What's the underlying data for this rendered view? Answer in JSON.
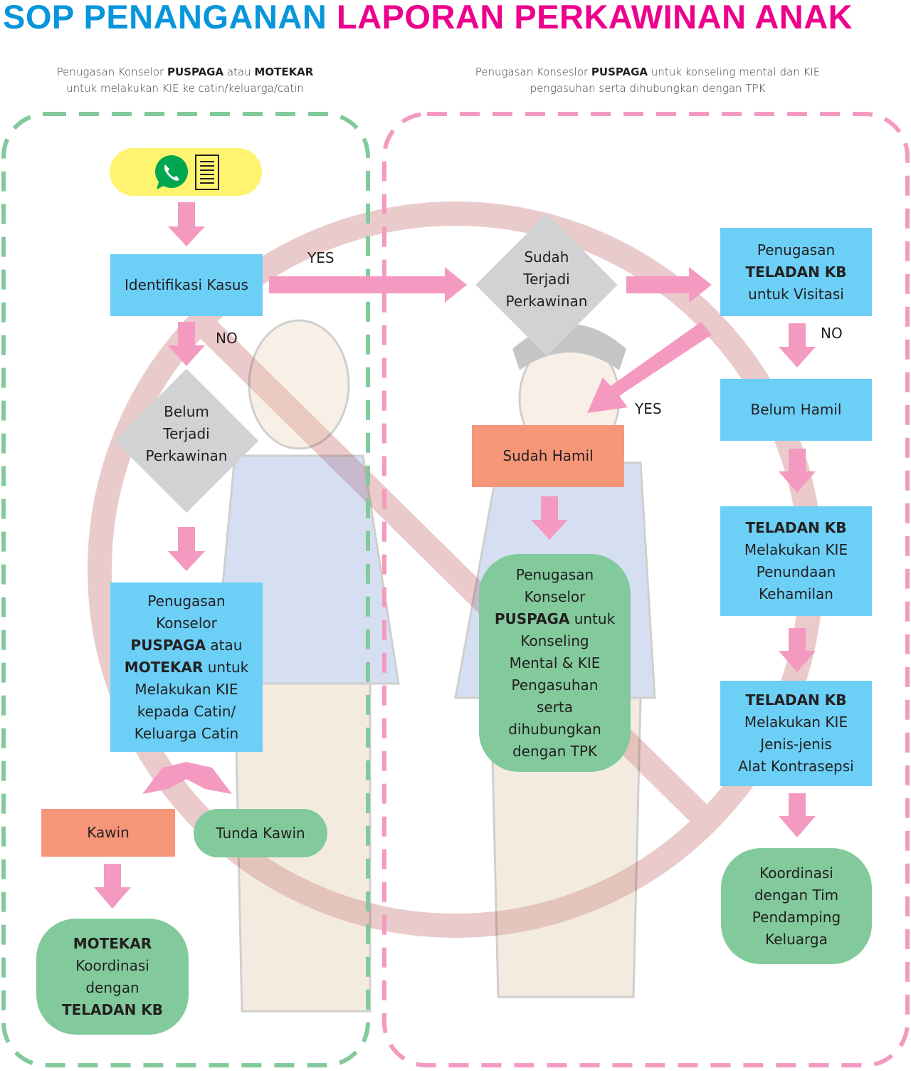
{
  "title": {
    "part1": "SOP PENANGANAN",
    "part2": "LAPORAN PERKAWINAN ANAK",
    "colors": {
      "part1": "#0796dc",
      "part2": "#ec008c"
    }
  },
  "sections": {
    "left": {
      "caption_line1_pre": "Penugasan Konselor ",
      "caption_line1_b1": "PUSPAGA",
      "caption_line1_mid": " atau ",
      "caption_line1_b2": "MOTEKAR",
      "caption_line2": "untuk melakukan KIE ke catin/keluarga/catin",
      "border_color": "#82ca9c"
    },
    "right": {
      "caption_line1_pre": "Penugasan Konseslor ",
      "caption_line1_b1": "PUSPAGA",
      "caption_line1_post": " untuk konseling mental dan KIE",
      "caption_line2": "pengasuhan serta dihubungkan dengan TPK",
      "border_color": "#f49ac1"
    }
  },
  "start": {
    "icons": [
      "whatsapp-icon",
      "document-icon"
    ]
  },
  "nodes": {
    "identifikasi": "Identifikasi Kasus",
    "belum_terjadi": [
      "Belum",
      "Terjadi",
      "Perkawinan"
    ],
    "penugasan_left": {
      "l1": "Penugasan",
      "l2": "Konselor",
      "l3_b": "PUSPAGA",
      "l3": " atau",
      "l4_b": "MOTEKAR",
      "l4": " untuk",
      "l5": "Melakukan KIE",
      "l6": "kepada Catin/",
      "l7": "Keluarga Catin"
    },
    "kawin": "Kawin",
    "tunda_kawin": "Tunda Kawin",
    "motekar_koordinasi": {
      "b1": "MOTEKAR",
      "l2": "Koordinasi",
      "l3": "dengan",
      "b4": "TELADAN KB"
    },
    "sudah_terjadi": [
      "Sudah",
      "Terjadi",
      "Perkawinan"
    ],
    "penugasan_teladan": {
      "l1": "Penugasan",
      "b2": "TELADAN KB",
      "l3": "untuk Visitasi"
    },
    "sudah_hamil": "Sudah Hamil",
    "belum_hamil": "Belum Hamil",
    "penugasan_puspaga": {
      "l1": "Penugasan",
      "l2": "Konselor",
      "l3_b": "PUSPAGA",
      "l3": " untuk",
      "l4": "Konseling",
      "l5": "Mental & KIE",
      "l6": "Pengasuhan",
      "l7": "serta",
      "l8": "dihubungkan",
      "l9": "dengan TPK"
    },
    "teladan_penundaan": {
      "b1": "TELADAN KB",
      "l2": "Melakukan KIE",
      "l3": "Penundaan",
      "l4": "Kehamilan"
    },
    "teladan_kontrasepsi": {
      "b1": "TELADAN KB",
      "l2": "Melakukan KIE",
      "l3": "Jenis-jenis",
      "l4": "Alat Kontrasepsi"
    },
    "koordinasi_tim": [
      "Koordinasi",
      "dengan Tim",
      "Pendamping",
      "Keluarga"
    ]
  },
  "edge_labels": {
    "yes_identifikasi": "YES",
    "no_identifikasi": "NO",
    "no_teladan": "NO",
    "yes_sudah_hamil": "YES"
  },
  "colors": {
    "arrow": "#f49ac1",
    "blue_box": "#6ccff6",
    "orange_box": "#f69679",
    "green_pill": "#82ca9c",
    "diamond": "#d1d2d4",
    "start_pill": "#fff46f",
    "whatsapp": "#00a650"
  }
}
